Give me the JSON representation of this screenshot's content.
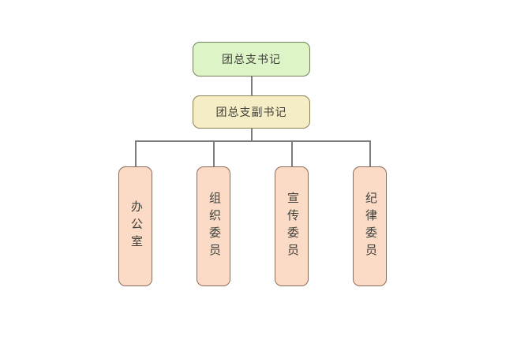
{
  "org_chart": {
    "type": "org-hierarchy",
    "root": {
      "label": "团总支书记"
    },
    "deputy": {
      "label": "团总支副书记"
    },
    "children": [
      {
        "label": "办公室"
      },
      {
        "label": "组织委员"
      },
      {
        "label": "宣传委员"
      },
      {
        "label": "纪律委员"
      }
    ]
  },
  "colors": {
    "background": "#ffffff",
    "root_fill": "#dcf4c6",
    "root_border": "#75805c",
    "deputy_fill": "#f5edc5",
    "deputy_border": "#8c8152",
    "child_fill": "#fcdbc6",
    "child_border": "#8a6c5c",
    "connector": "#7d7d7d",
    "text": "#40403a"
  }
}
